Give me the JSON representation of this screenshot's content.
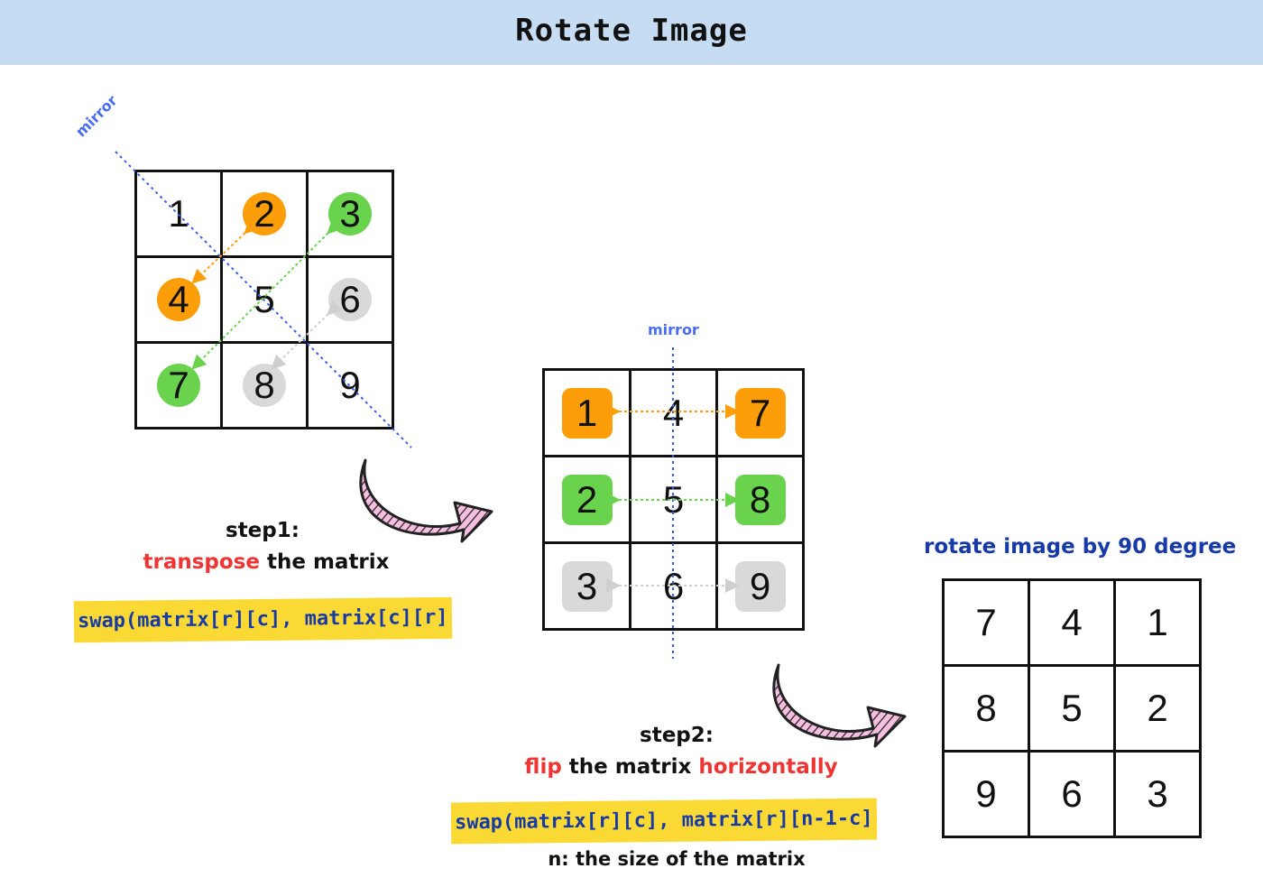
{
  "title": "Rotate Image",
  "mirror_label": "mirror",
  "grid_original": [
    "1",
    "2",
    "3",
    "4",
    "5",
    "6",
    "7",
    "8",
    "9"
  ],
  "grid_transposed": [
    "1",
    "4",
    "7",
    "2",
    "5",
    "8",
    "3",
    "6",
    "9"
  ],
  "grid_result": [
    "7",
    "4",
    "1",
    "8",
    "5",
    "2",
    "9",
    "6",
    "3"
  ],
  "step1": {
    "heading": "step1:",
    "action_word": "transpose",
    "rest": " the matrix",
    "code": "swap(matrix[r][c], matrix[c][r]"
  },
  "step2": {
    "heading": "step2:",
    "action_word": "flip",
    "middle": " the matrix ",
    "direction_word": "horizontally",
    "code": "swap(matrix[r][c], matrix[r][n-1-c]",
    "note": "n: the size of the matrix"
  },
  "result_label": "rotate image by 90 degree",
  "colors": {
    "orange": "#fb9e0a",
    "green": "#6ad34d",
    "gray": "#d9d9d9",
    "mirror_line": "#3b5ee8",
    "highlight": "#fbd935",
    "arrow_pink": "#f6bfe0"
  }
}
